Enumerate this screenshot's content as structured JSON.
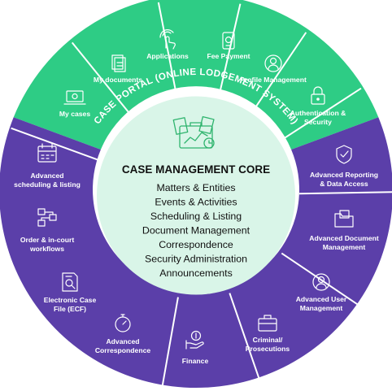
{
  "portal": {
    "title": "CASE PORTAL (ONLINE LODGEMENT SYSTEM)",
    "color": "#2ecc85",
    "items": [
      {
        "lines": [
          "My cases"
        ],
        "icon": "laptop-icon"
      },
      {
        "lines": [
          "My documents"
        ],
        "icon": "documents-icon"
      },
      {
        "lines": [
          "Applications"
        ],
        "icon": "tap-icon"
      },
      {
        "lines": [
          "Fee Payment"
        ],
        "icon": "mobile-payment-icon"
      },
      {
        "lines": [
          "Profile Management"
        ],
        "icon": "user-circle-icon"
      },
      {
        "lines": [
          "Authentication &",
          "Security"
        ],
        "icon": "padlock-icon"
      }
    ]
  },
  "modules": {
    "color": "#5b3fa9",
    "items": [
      {
        "lines": [
          "Advanced Reporting",
          "& Data Access"
        ],
        "icon": "shield-icon"
      },
      {
        "lines": [
          "Advanced Document",
          "Management"
        ],
        "icon": "folder-icon"
      },
      {
        "lines": [
          "Advanced User",
          "Management"
        ],
        "icon": "user-circle-icon"
      },
      {
        "lines": [
          "Criminal/",
          "Prosecutions"
        ],
        "icon": "briefcase-icon"
      },
      {
        "lines": [
          "Finance"
        ],
        "icon": "money-hand-icon"
      },
      {
        "lines": [
          "Advanced",
          "Correspondence"
        ],
        "icon": "stopwatch-icon"
      },
      {
        "lines": [
          "Electronic Case",
          "File (ECF)"
        ],
        "icon": "file-search-icon"
      },
      {
        "lines": [
          "Order & in-court",
          "workflows"
        ],
        "icon": "workflow-icon"
      },
      {
        "lines": [
          "Advanced",
          "scheduling & listing"
        ],
        "icon": "calendar-icon"
      }
    ]
  },
  "core": {
    "title": "CASE MANAGEMENT CORE",
    "icon": "briefcase-chart-icon",
    "fill": "#d9f5e8",
    "items": [
      "Matters & Entities",
      "Events & Activities",
      "Scheduling & Listing",
      "Document Management",
      "Correspondence",
      "Security Administration",
      "Announcements"
    ]
  }
}
